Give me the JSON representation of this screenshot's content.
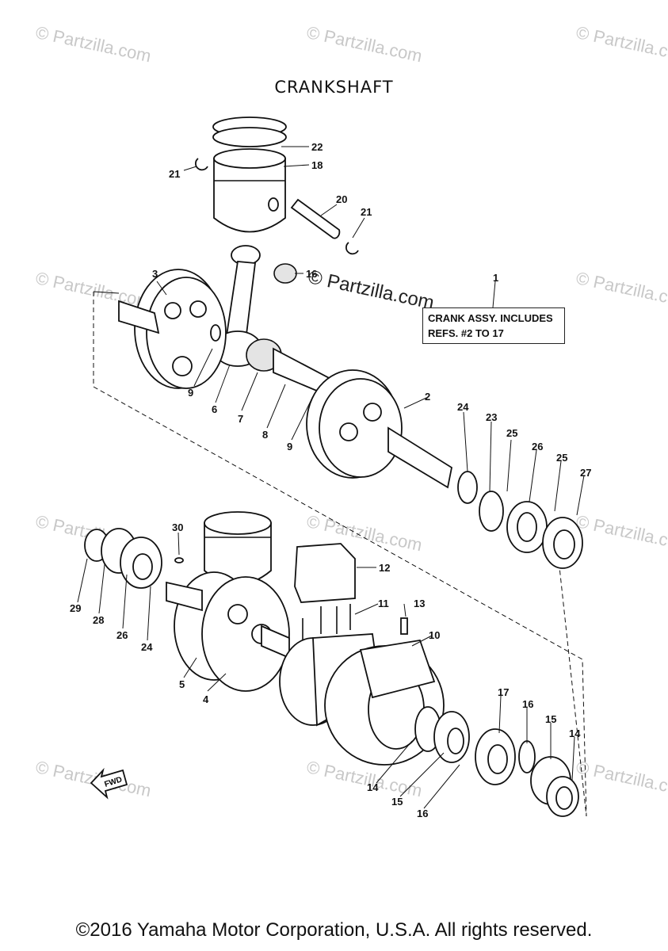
{
  "diagram": {
    "title": "CRANKSHAFT",
    "note": {
      "line1": "CRANK ASSY. INCLUDES",
      "line2": "REFS. #2 TO 17"
    },
    "fwd_label": "FWD",
    "copyright": "©2016 Yamaha Motor Corporation, U.S.A. All rights reserved.",
    "watermark": "© Partzilla.com",
    "watermark_center": "© Partzilla.com",
    "callouts": [
      {
        "id": "c1",
        "text": "1"
      },
      {
        "id": "c22",
        "text": "22"
      },
      {
        "id": "c18",
        "text": "18"
      },
      {
        "id": "c21a",
        "text": "21"
      },
      {
        "id": "c20",
        "text": "20"
      },
      {
        "id": "c21b",
        "text": "21"
      },
      {
        "id": "c16a",
        "text": "16"
      },
      {
        "id": "c3",
        "text": "3"
      },
      {
        "id": "c9a",
        "text": "9"
      },
      {
        "id": "c6",
        "text": "6"
      },
      {
        "id": "c7",
        "text": "7"
      },
      {
        "id": "c8",
        "text": "8"
      },
      {
        "id": "c9b",
        "text": "9"
      },
      {
        "id": "c2",
        "text": "2"
      },
      {
        "id": "c24a",
        "text": "24"
      },
      {
        "id": "c23",
        "text": "23"
      },
      {
        "id": "c25a",
        "text": "25"
      },
      {
        "id": "c26a",
        "text": "26"
      },
      {
        "id": "c25b",
        "text": "25"
      },
      {
        "id": "c27",
        "text": "27"
      },
      {
        "id": "c30",
        "text": "30"
      },
      {
        "id": "c12",
        "text": "12"
      },
      {
        "id": "c11",
        "text": "11"
      },
      {
        "id": "c13",
        "text": "13"
      },
      {
        "id": "c10",
        "text": "10"
      },
      {
        "id": "c29",
        "text": "29"
      },
      {
        "id": "c28",
        "text": "28"
      },
      {
        "id": "c26b",
        "text": "26"
      },
      {
        "id": "c24b",
        "text": "24"
      },
      {
        "id": "c5",
        "text": "5"
      },
      {
        "id": "c4",
        "text": "4"
      },
      {
        "id": "c17",
        "text": "17"
      },
      {
        "id": "c16b",
        "text": "16"
      },
      {
        "id": "c15a",
        "text": "15"
      },
      {
        "id": "c14a",
        "text": "14"
      },
      {
        "id": "c14b",
        "text": "14"
      },
      {
        "id": "c15b",
        "text": "15"
      },
      {
        "id": "c16c",
        "text": "16"
      }
    ]
  }
}
